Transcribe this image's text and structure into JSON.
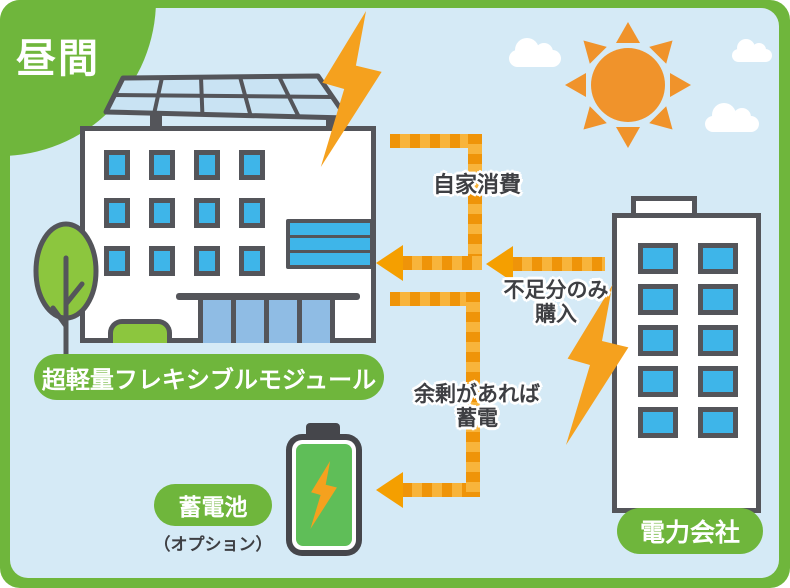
{
  "header": {
    "badge": "昼間"
  },
  "solar_building": {
    "label": "超軽量フレキシブルモジュール"
  },
  "battery": {
    "label": "蓄電池",
    "note": "（オプション）"
  },
  "power_company": {
    "label": "電力会社"
  },
  "flows": {
    "self_consumption": {
      "label": "自家消費"
    },
    "purchase_shortfall": {
      "line1": "不足分のみ",
      "line2": "購入"
    },
    "store_surplus": {
      "line1": "余剰があれば",
      "line2": "蓄電"
    }
  },
  "icons": {
    "sun": "orange-sun-with-rays",
    "clouds": "white-clouds",
    "lightning_roof": "orange-lightning-bolt",
    "lightning_grid": "orange-lightning-bolt",
    "lightning_battery": "orange-lightning-bolt",
    "solar_panel": "rooftop-solar-panel",
    "tree": "green-tree",
    "battery": "green-battery"
  },
  "colors": {
    "frame_green": "#6FB63C",
    "sky_blue": "#D5EAF6",
    "foliage_green": "#8CC63E",
    "battery_green": "#5FBE58",
    "window_blue": "#3EB5E9",
    "door_blue": "#8FBCE4",
    "solar_cell_blue": "#C9E3F3",
    "outline_gray": "#54555A",
    "sun_orange": "#F0932B",
    "bolt_orange": "#F5A11E",
    "arrow_light_orange": "#F8B43B",
    "arrow_dark_orange": "#EF9409",
    "text_dark": "#3E3F43"
  }
}
